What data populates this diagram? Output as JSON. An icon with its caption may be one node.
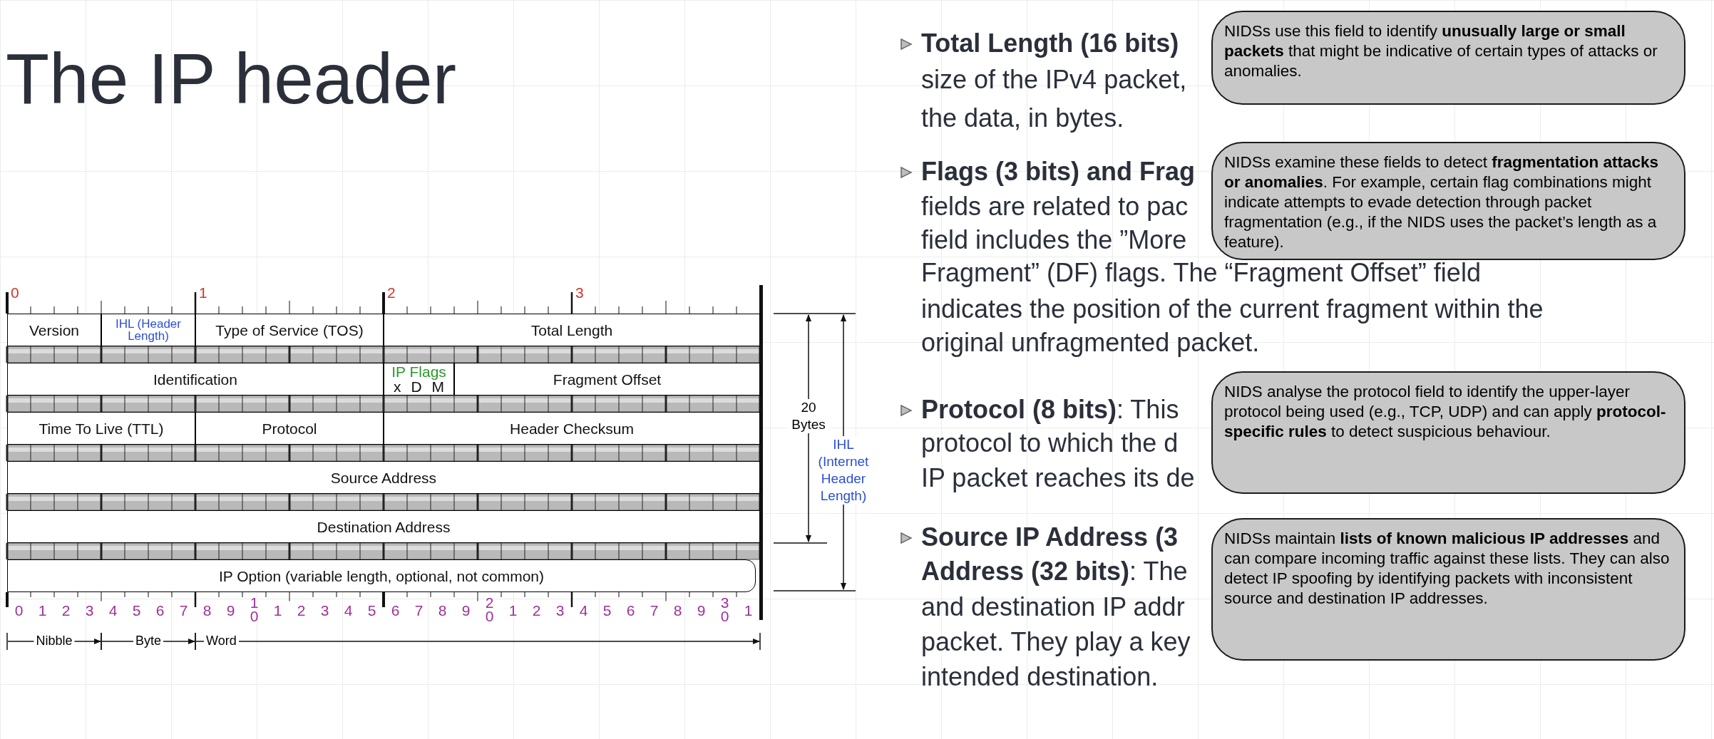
{
  "diagram": {
    "title": "The IP header",
    "nodes": [
      {
        "text": [
          "Version"
        ]
      },
      {
        "text": [
          "IHL (Header Length)"
        ]
      },
      {
        "text": [
          "Type of Service (TOS)"
        ]
      },
      {
        "text": [
          "Total Length"
        ]
      },
      {
        "text": [
          "Identification"
        ]
      },
      {
        "text": [
          "IP Flags",
          "x D M"
        ]
      },
      {
        "text": [
          "Fragment Offset"
        ]
      },
      {
        "text": [
          "Time To Live (TTL)"
        ]
      },
      {
        "text": [
          "Protocol"
        ]
      },
      {
        "text": [
          "Header Checksum"
        ]
      },
      {
        "text": [
          "Source Address"
        ]
      },
      {
        "text": [
          "Destination Address"
        ]
      },
      {
        "text": [
          "IP Option (variable length, optional, not common)"
        ]
      },
      {
        "text": [
          "NIDSs use this field to identify **unusually large or small packets** that might be indicative of certain types of attacks or anomalies."
        ]
      },
      {
        "text": [
          "NIDSs examine these fields to detect **fragmentation attacks or anomalies**. For example, certain flag combinations might indicate attempts to evade detection through packet fragmentation (e.g., if the NIDS uses the packet’s length as a feature)."
        ]
      },
      {
        "text": [
          "NIDS analyse the protocol field to identify the upper-layer protocol being used (e.g., TCP, UDP) and can apply **protocol-specific rules** to detect suspicious behaviour."
        ]
      },
      {
        "text": [
          "NIDSs maintain **lists of known malicious IP addresses** and can compare incoming traffic against these lists. They can also detect IP spoofing by identifying packets with inconsistent source and destination IP addresses."
        ]
      }
    ],
    "labels": [
      "0",
      "1",
      "2",
      "3",
      "0",
      "1",
      "2",
      "3",
      "4",
      "5",
      "6",
      "7",
      "8",
      "9",
      "10",
      "1",
      "2",
      "3",
      "4",
      "5",
      "6",
      "7",
      "8",
      "9",
      "20",
      "1",
      "2",
      "3",
      "4",
      "5",
      "6",
      "7",
      "8",
      "9",
      "30",
      "1",
      "Nibble",
      "Byte",
      "Word",
      "20 Bytes",
      "IHL (Internet Header Length)",
      "Total Length (16 bits)",
      "size of the IPv4 packet,",
      "the data, in bytes.",
      "Flags (3 bits) and Frag",
      "fields are related to pac",
      "field includes the ”More",
      "Fragment” (DF) flags. The “Fragment Offset” field",
      "indicates the position of the current fragment within the",
      "original unfragmented packet.",
      "**Protocol (8 bits)**: This",
      "protocol to which the d",
      "IP packet reaches its de",
      "Source IP Address (3",
      "**Address (32 bits)**: The",
      "and destination IP addr",
      "packet. They play a key",
      "intended destination."
    ]
  }
}
